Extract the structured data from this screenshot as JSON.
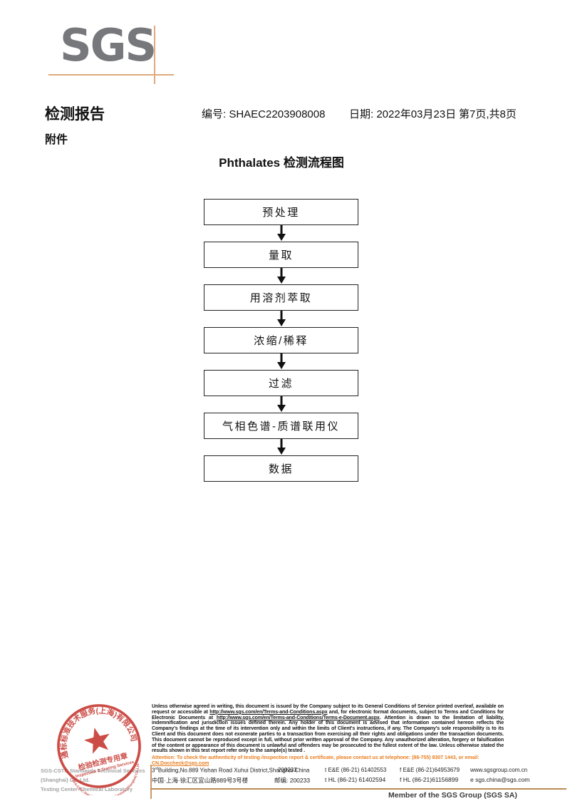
{
  "logo": {
    "text": "SGS"
  },
  "header": {
    "report_title": "检测报告",
    "report_no": "编号: SHAEC2203908008",
    "date": "日期: 2022年03月23日",
    "page_info": "第7页,共8页",
    "attachment": "附件"
  },
  "flow": {
    "title": "Phthalates 检测流程图",
    "steps": [
      "预处理",
      "量取",
      "用溶剂萃取",
      "浓缩/稀释",
      "过滤",
      "气相色谱-质谱联用仪",
      "数据"
    ]
  },
  "stamp": {
    "ring_text_top": "通标标准技术服务(上海)有限公司",
    "center_line1": "检验检测专用章",
    "center_line2": "Inspection & Testing Services",
    "ring_text_bottom": "SGS-CSTC Standards Technical Services (Shanghai) Co.,Ltd.",
    "gray_line1": "SGS-CSTC Standards Technical Services (Shanghai) Co.,Ltd.",
    "gray_line2": "Testing Center-Chemical Laboratory"
  },
  "footer": {
    "legal": {
      "p1": "Unless otherwise agreed in writing, this document is issued by the Company subject to its General Conditions of Service printed overleaf, available on request or accessible at ",
      "link1": "http://www.sgs.com/en/Terms-and-Conditions.aspx",
      "p2": " and, for electronic format documents, subject to Terms and Conditions for Electronic Documents at ",
      "link2": "http://www.sgs.com/en/Terms-and-Conditions/Terms-e-Document.aspx",
      "p3": ". Attention is drawn to the limitation of liability, indemnification and jurisdiction issues defined therein. Any holder of this document is advised that information contained hereon reflects the Company's findings at the time of its intervention only and within the limits of Client's instructions, if any. The Company's sole responsibility is to its Client and this document does not exonerate parties to a transaction from exercising all their rights and obligations under the transaction documents. This document cannot be reproduced except in full, without prior written approval of the Company. Any unauthorized alteration, forgery or falsification of the content or appearance of this document is unlawful and offenders may be prosecuted to the fullest extent of the law. Unless otherwise stated the results shown in this test report refer only to the sample(s) tested ."
    },
    "attention": {
      "text": "Attention: To check the authenticity of testing /inspection report & certificate, please contact us at telephone: (86-755) 8307 1443, or email: ",
      "email": "CN.Doccheck@sgs.com"
    },
    "address_en": {
      "num": "3",
      "sup": "rd",
      "rest": "Building,No.889 Yishan Road Xuhui District,Shanghai China",
      "postal": "200233",
      "tel": "t E&E (86-21) 61402553",
      "fax": "f E&E (86-21)64953679",
      "web": "www.sgsgroup.com.cn"
    },
    "address_cn": {
      "addr": "中国·上海·徐汇区宜山路889号3号楼",
      "postal_label": "邮编: 200233",
      "tel": "t HL (86-21) 61402594",
      "fax": "f HL (86-21)61156899",
      "email": "e sgs.china@sgs.com"
    },
    "member": "Member of the SGS Group (SGS SA)"
  },
  "colors": {
    "stamp_red": "#c5352e",
    "attention_orange": "#e87d1e",
    "logo_gray": "#77787b",
    "crosshair_tan": "#ddaa7d",
    "footer_rule_tan": "#bd8a54"
  }
}
